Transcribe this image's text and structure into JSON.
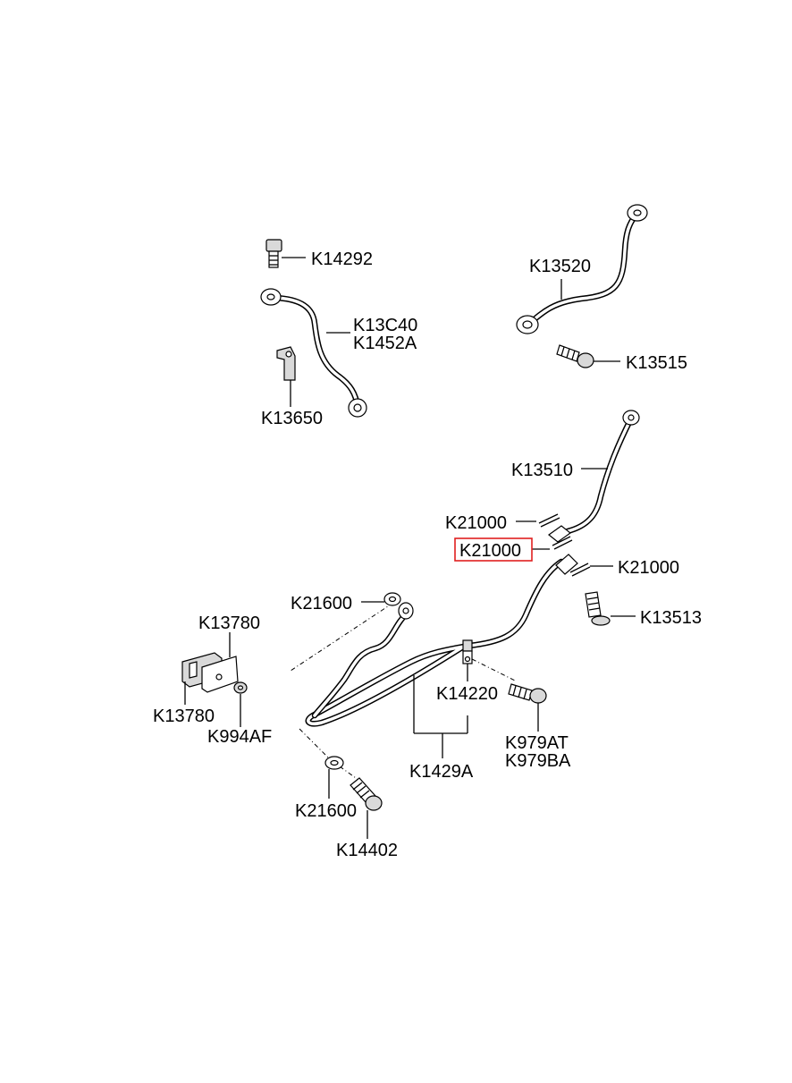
{
  "highlight_color": "#e02020",
  "labels": {
    "k14292": "K14292",
    "k13c40": "K13C40",
    "k1452a": "K1452A",
    "k13650": "K13650",
    "k13520": "K13520",
    "k13515": "K13515",
    "k13510": "K13510",
    "k21000_a": "K21000",
    "k21000_b": "K21000",
    "k21000_c": "K21000",
    "k21600_a": "K21600",
    "k13513": "K13513",
    "k13780_a": "K13780",
    "k13780_b": "K13780",
    "k994af": "K994AF",
    "k14220": "K14220",
    "k979at": "K979AT",
    "k979ba": "K979BA",
    "k1429a": "K1429A",
    "k21600_b": "K21600",
    "k14402": "K14402"
  }
}
